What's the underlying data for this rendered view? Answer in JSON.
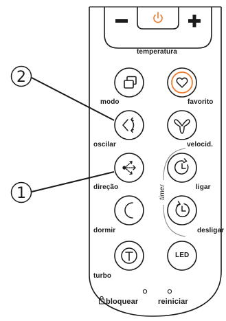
{
  "temperature": {
    "minus_label": "−",
    "plus_label": "+",
    "label": "temperatura"
  },
  "buttons": {
    "modo": "modo",
    "favorito": "favorito",
    "oscilar": "oscilar",
    "velocid": "velocid.",
    "direcao": "direção",
    "ligar": "ligar",
    "dormir": "dormir",
    "desligar": "desligar",
    "turbo": "turbo",
    "led": "LED",
    "timer": "timer"
  },
  "bottom": {
    "bloquear": "bloquear",
    "reiniciar": "reiniciar"
  },
  "callouts": [
    "2",
    "1"
  ],
  "colors": {
    "accent": "#f07a2a",
    "outline": "#1a1a1a",
    "divider": "#8a8a8a"
  }
}
